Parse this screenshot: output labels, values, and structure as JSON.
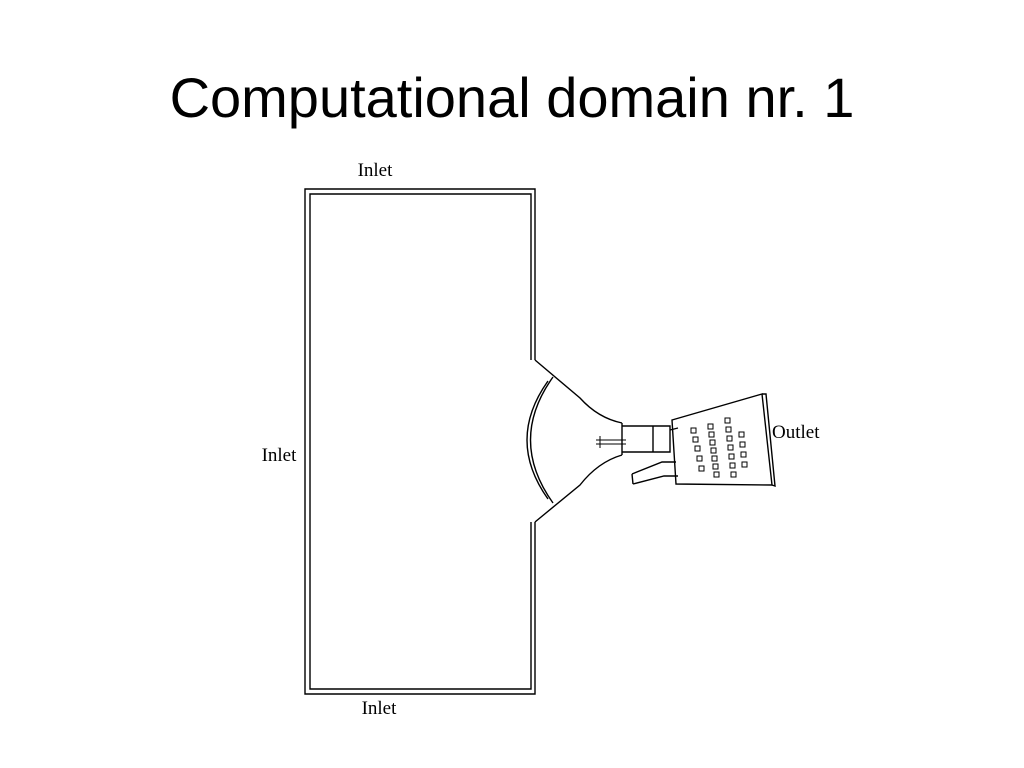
{
  "slide": {
    "title": "Computational domain nr. 1"
  },
  "diagram": {
    "labels": {
      "inlet_top": "Inlet",
      "inlet_left": "Inlet",
      "inlet_bottom": "Inlet",
      "outlet": "Outlet"
    }
  }
}
